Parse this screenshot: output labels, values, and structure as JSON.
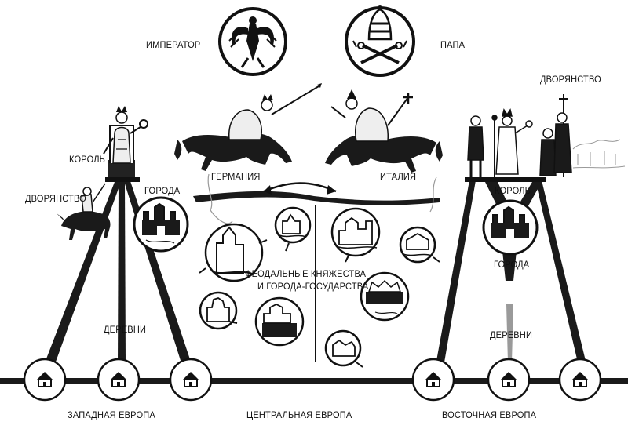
{
  "top": {
    "emperor": "ИМПЕРАТОР",
    "pope": "ПАПА"
  },
  "west": {
    "king": "КОРОЛЬ",
    "nobility": "ДВОРЯНСТВО",
    "towns": "ГОРОДА",
    "villages": "ДЕРЕВНИ",
    "region": "ЗАПАДНАЯ ЕВРОПА"
  },
  "center": {
    "germany": "ГЕРМАНИЯ",
    "italy": "ИТАЛИЯ",
    "feudal_line1": "ФЕОДАЛЬНЫЕ КНЯЖЕСТВА",
    "feudal_line2": "И ГОРОДА-ГОСУДАРСТВА",
    "region": "ЦЕНТРАЛЬНАЯ ЕВРОПА"
  },
  "east": {
    "nobility": "ДВОРЯНСТВО",
    "king": "КОРОЛЬ",
    "towns": "ГОРОДА",
    "villages": "ДЕРЕВНИ",
    "region": "ВОСТОЧНАЯ ЕВРОПА"
  },
  "colors": {
    "ink": "#111111",
    "paper": "#ffffff",
    "grey": "#9a9a9a"
  }
}
